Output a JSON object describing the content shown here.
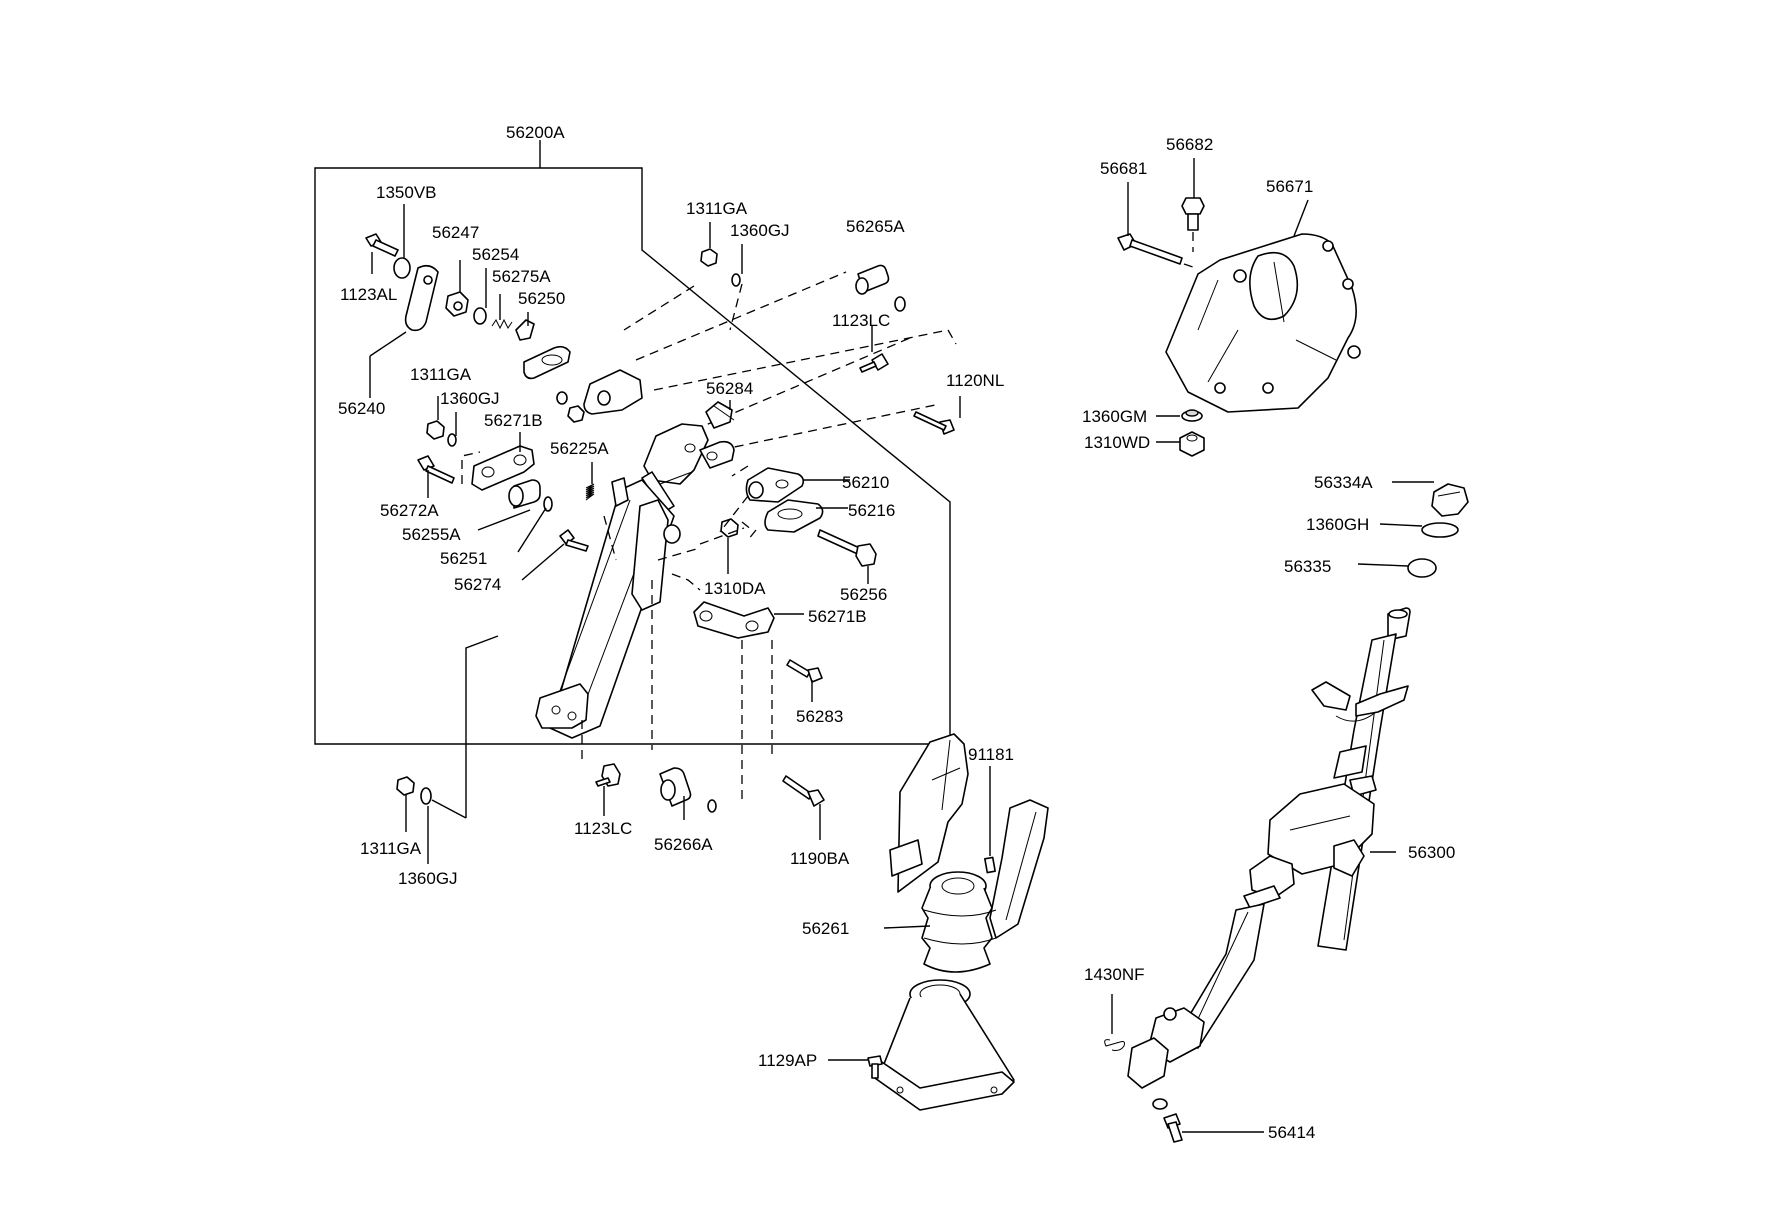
{
  "labels": [
    {
      "id": "56200A",
      "text": "56200A"
    },
    {
      "id": "1350VB",
      "text": "1350VB"
    },
    {
      "id": "56247",
      "text": "56247"
    },
    {
      "id": "56254",
      "text": "56254"
    },
    {
      "id": "56275A",
      "text": "56275A"
    },
    {
      "id": "56250",
      "text": "56250"
    },
    {
      "id": "1123AL",
      "text": "1123AL"
    },
    {
      "id": "56240",
      "text": "56240"
    },
    {
      "id": "1311GA-a",
      "text": "1311GA"
    },
    {
      "id": "1360GJ-a",
      "text": "1360GJ"
    },
    {
      "id": "1311GA-b",
      "text": "1311GA"
    },
    {
      "id": "1360GJ-b",
      "text": "1360GJ"
    },
    {
      "id": "56265A",
      "text": "56265A"
    },
    {
      "id": "1123LC-a",
      "text": "1123LC"
    },
    {
      "id": "1120NL",
      "text": "1120NL"
    },
    {
      "id": "56271B-a",
      "text": "56271B"
    },
    {
      "id": "56284",
      "text": "56284"
    },
    {
      "id": "56225A",
      "text": "56225A"
    },
    {
      "id": "56210",
      "text": "56210"
    },
    {
      "id": "56216",
      "text": "56216"
    },
    {
      "id": "56272A",
      "text": "56272A"
    },
    {
      "id": "56255A",
      "text": "56255A"
    },
    {
      "id": "56251",
      "text": "56251"
    },
    {
      "id": "56274",
      "text": "56274"
    },
    {
      "id": "56256",
      "text": "56256"
    },
    {
      "id": "1310DA",
      "text": "1310DA"
    },
    {
      "id": "56271B-b",
      "text": "56271B"
    },
    {
      "id": "56283",
      "text": "56283"
    },
    {
      "id": "1311GA-c",
      "text": "1311GA"
    },
    {
      "id": "1360GJ-c",
      "text": "1360GJ"
    },
    {
      "id": "1123LC-b",
      "text": "1123LC"
    },
    {
      "id": "56266A",
      "text": "56266A"
    },
    {
      "id": "1190BA",
      "text": "1190BA"
    },
    {
      "id": "91181",
      "text": "91181"
    },
    {
      "id": "56261",
      "text": "56261"
    },
    {
      "id": "1129AP",
      "text": "1129AP"
    },
    {
      "id": "56681",
      "text": "56681"
    },
    {
      "id": "56682",
      "text": "56682"
    },
    {
      "id": "56671",
      "text": "56671"
    },
    {
      "id": "1360GM",
      "text": "1360GM"
    },
    {
      "id": "1310WD",
      "text": "1310WD"
    },
    {
      "id": "56334A",
      "text": "56334A"
    },
    {
      "id": "1360GH",
      "text": "1360GH"
    },
    {
      "id": "56335",
      "text": "56335"
    },
    {
      "id": "56300",
      "text": "56300"
    },
    {
      "id": "1430NF",
      "text": "1430NF"
    },
    {
      "id": "56414",
      "text": "56414"
    }
  ]
}
